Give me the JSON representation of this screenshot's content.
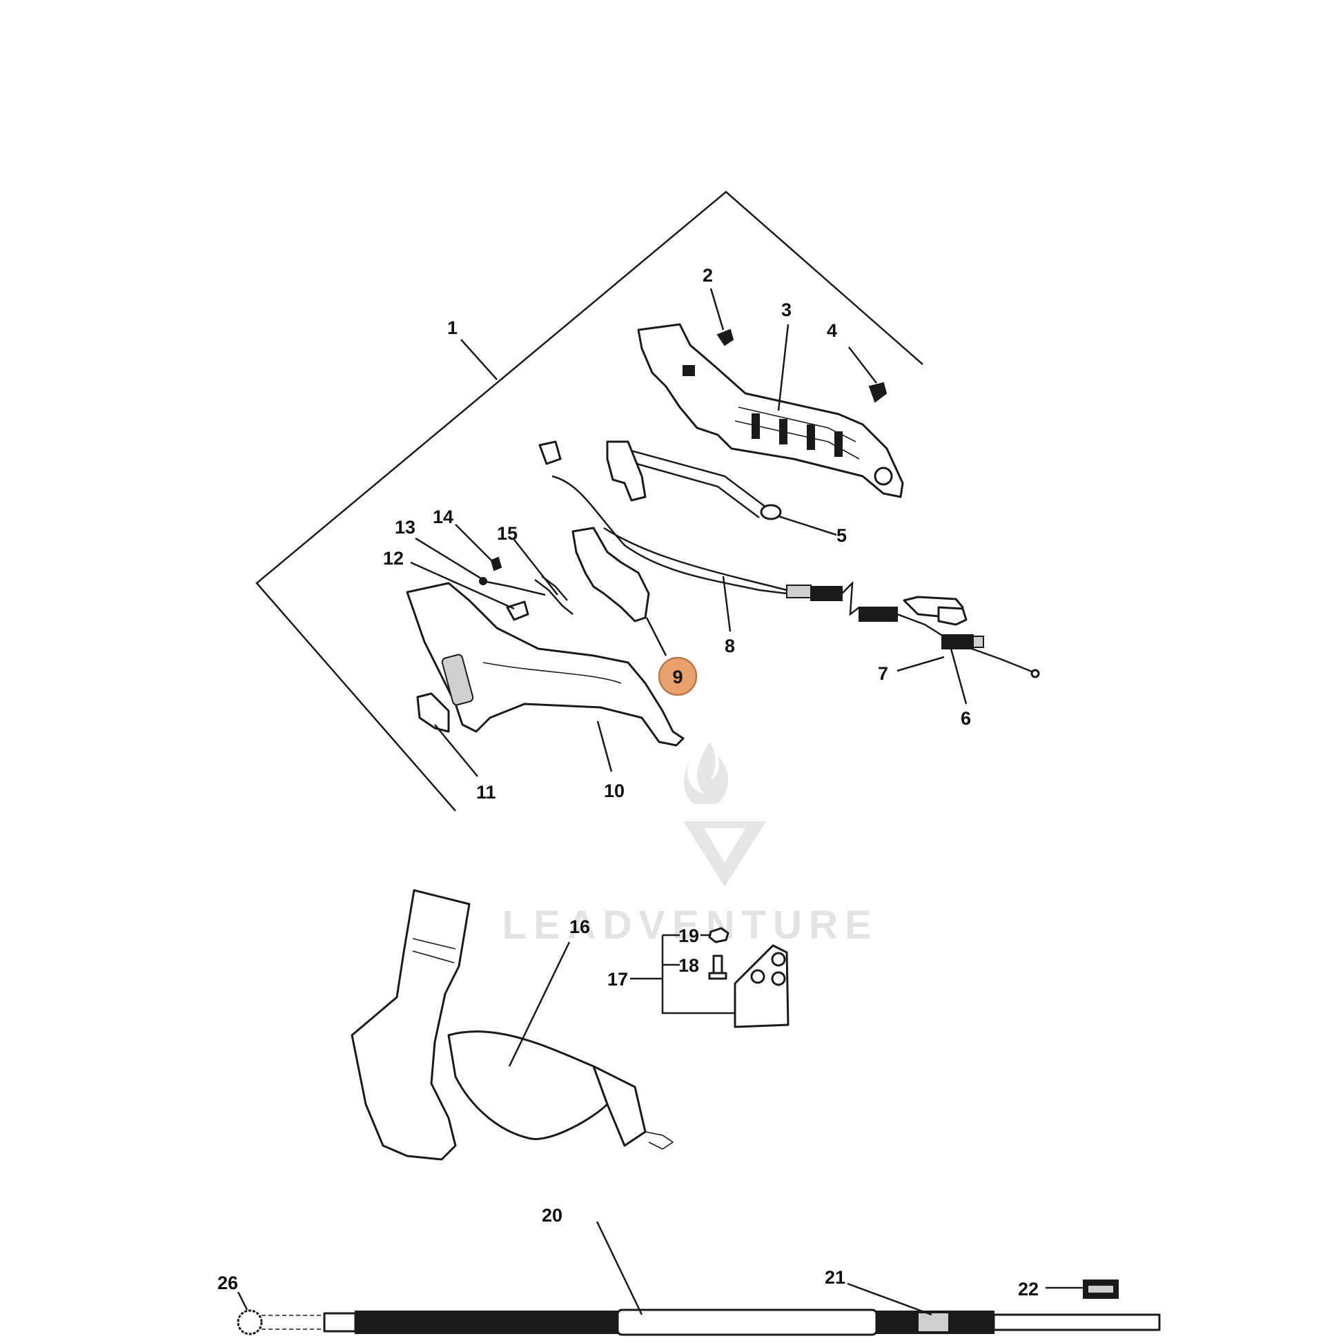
{
  "watermark": {
    "text": "LEADVENTURE"
  },
  "highlight": {
    "label": "9",
    "color": "#e9a06a",
    "border": "#b8794a"
  },
  "callouts": {
    "c1": "1",
    "c2": "2",
    "c3": "3",
    "c4": "4",
    "c5": "5",
    "c6": "6",
    "c7": "7",
    "c8": "8",
    "c10": "10",
    "c11": "11",
    "c12": "12",
    "c13": "13",
    "c14": "14",
    "c15": "15",
    "c16": "16",
    "c17": "17",
    "c18": "18",
    "c19": "19",
    "c20": "20",
    "c21": "21",
    "c22": "22",
    "c26": "26"
  },
  "colors": {
    "ink": "#1a1a1a",
    "background": "#ffffff",
    "watermark": "#e3e3e3"
  }
}
